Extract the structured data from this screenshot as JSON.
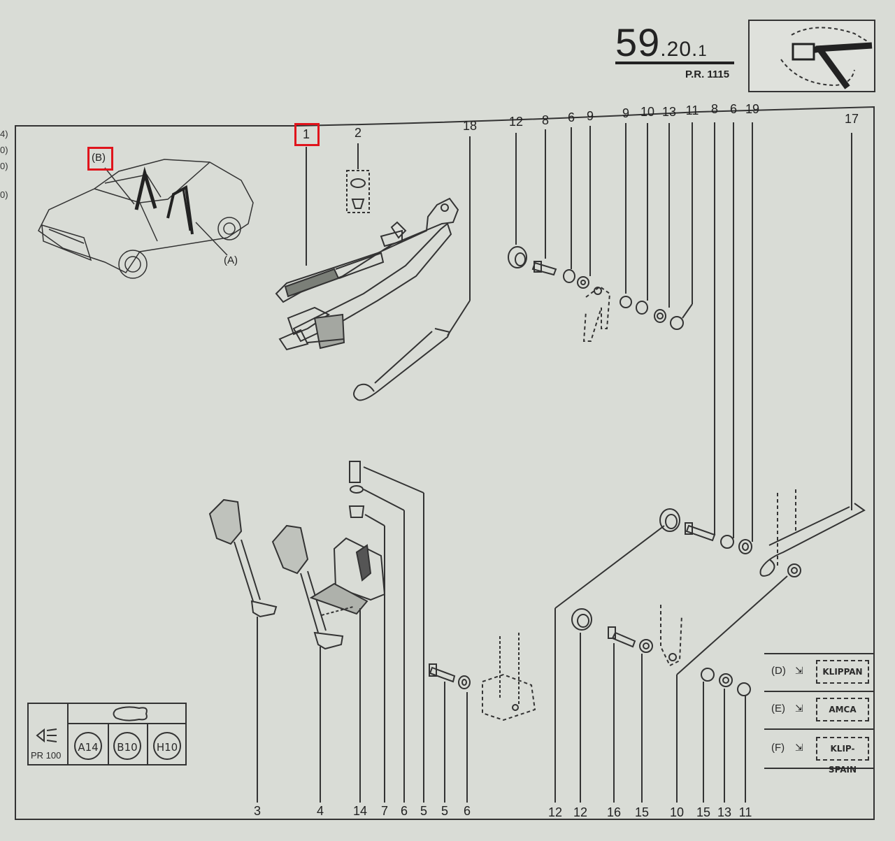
{
  "header": {
    "page_number_main": "59",
    "page_number_sub": ".20.",
    "page_number_tail": "1",
    "pr_reference": "P.R. 1115",
    "section_icon": "seat-belt-icon"
  },
  "left_edge_marks": [
    "4)",
    "0)",
    "0)",
    "0)"
  ],
  "vehicle": {
    "label_a": "(A)",
    "label_b": "(B)"
  },
  "callouts_top": [
    "1",
    "2",
    "18",
    "12",
    "8",
    "6",
    "9",
    "9",
    "10",
    "13",
    "11",
    "8",
    "6",
    "19",
    "17"
  ],
  "callouts_bottom": [
    "3",
    "4",
    "14",
    "7",
    "6",
    "5",
    "5",
    "6",
    "12",
    "12",
    "16",
    "15",
    "10",
    "15",
    "13",
    "11"
  ],
  "highlighted": [
    "1",
    "(B)"
  ],
  "legend": [
    {
      "letter": "(D)",
      "arrow": "⇲",
      "brand": "KLIPPAN"
    },
    {
      "letter": "(E)",
      "arrow": "⇲",
      "brand": "AMCA"
    },
    {
      "letter": "(F)",
      "arrow": "⇲",
      "brand": "KLIP-SPAIN"
    }
  ],
  "options_table": {
    "pr_label": "PR 100",
    "codes": [
      "A14",
      "B10",
      "H10"
    ],
    "row_icon": "headlamp-icon",
    "col_icon": "body-outline-icon"
  },
  "colors": {
    "paper": "#d9dcd6",
    "ink": "#2a2a2a",
    "highlight": "#e0141c"
  }
}
